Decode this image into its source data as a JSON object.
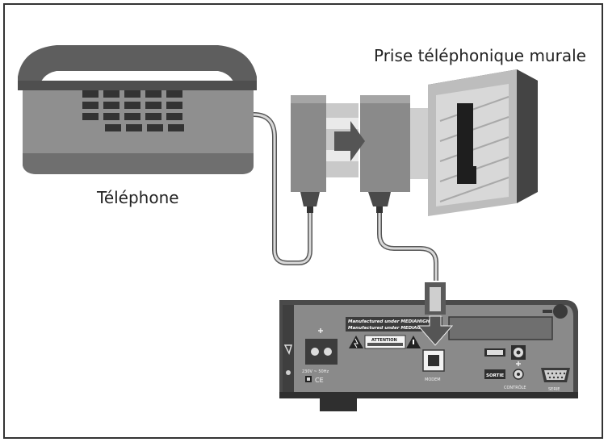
{
  "labels": {
    "wall_socket": "Prise téléphonique murale",
    "telephone": "Téléphone"
  },
  "receiver_panel": {
    "manufactured_line1": "Manufactured under MEDIAHIGHWAY",
    "manufactured_line2": "Manufactured under MEDIAGUARD lice",
    "attention": "ATTENTION",
    "power_rating": "230V ~ 50Hz",
    "ce_mark": "CE",
    "modem": "MODEM",
    "sortie": "SORTIE",
    "controle": "CONTRÔLE",
    "serie": "SERIE"
  },
  "colors": {
    "device_dark": "#4a4a4a",
    "device_mid": "#8a8a8a",
    "device_light": "#c8c8c8",
    "phone_body": "#8f8f8f",
    "phone_top": "#5e5e5e",
    "key": "#333333",
    "frame": "#333333"
  }
}
